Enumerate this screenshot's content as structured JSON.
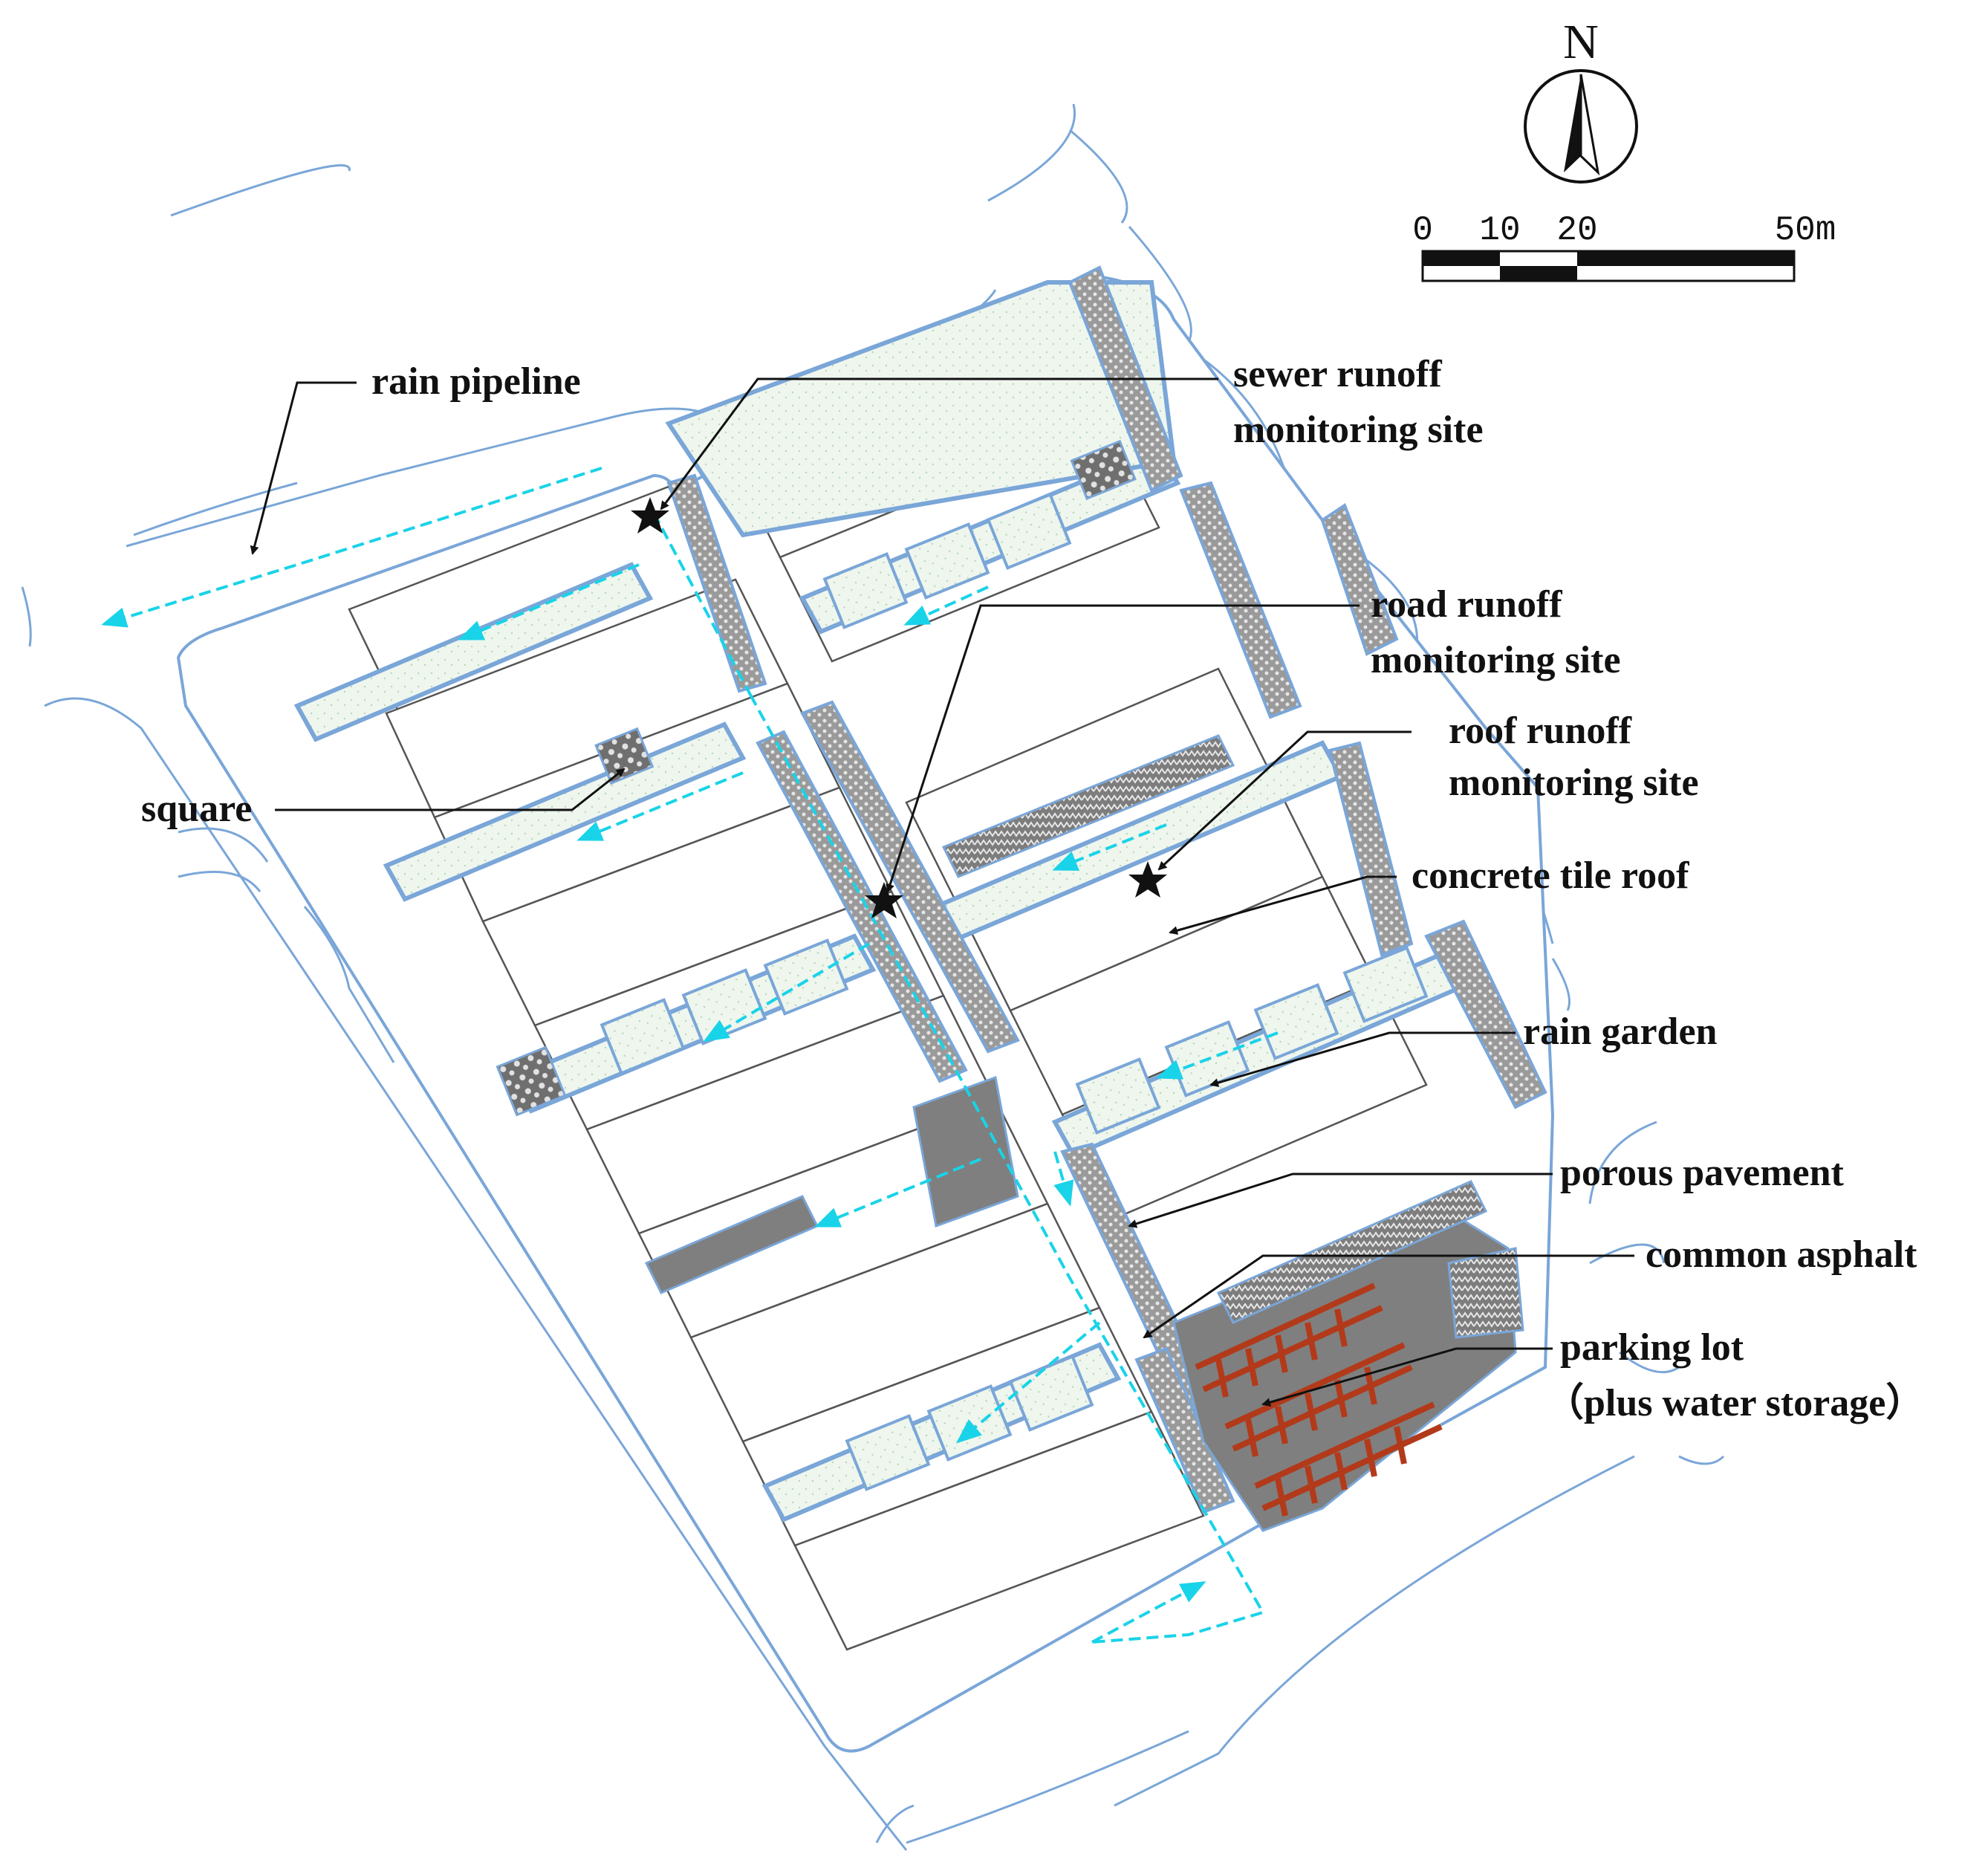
{
  "north_label": "N",
  "scale_bar": {
    "ticks": [
      "0",
      "10",
      "20",
      "50m"
    ]
  },
  "labels": {
    "rain_pipeline": "rain pipeline",
    "sewer_runoff": [
      "sewer runoff",
      "monitoring site"
    ],
    "road_runoff": [
      "road runoff",
      "monitoring site"
    ],
    "roof_runoff": [
      "roof runoff",
      "monitoring site"
    ],
    "concrete_tile_roof": "concrete tile roof",
    "square": "square",
    "rain_garden": "rain garden",
    "porous_pavement": "porous pavement",
    "common_asphalt": "common asphalt",
    "parking_lot": [
      "parking lot",
      "（plus water storage）"
    ]
  },
  "colors": {
    "outline": "#7aa6d8",
    "flow": "#19d3e8",
    "garden_fill": "#eef6ee",
    "porous": "#8a8a8a",
    "asphalt": "#7f7f7f",
    "parking_stripe": "#b23a1a",
    "ink": "#111111"
  },
  "icons": {
    "north_arrow": "north-arrow-icon",
    "monitoring_site": "star-icon"
  }
}
